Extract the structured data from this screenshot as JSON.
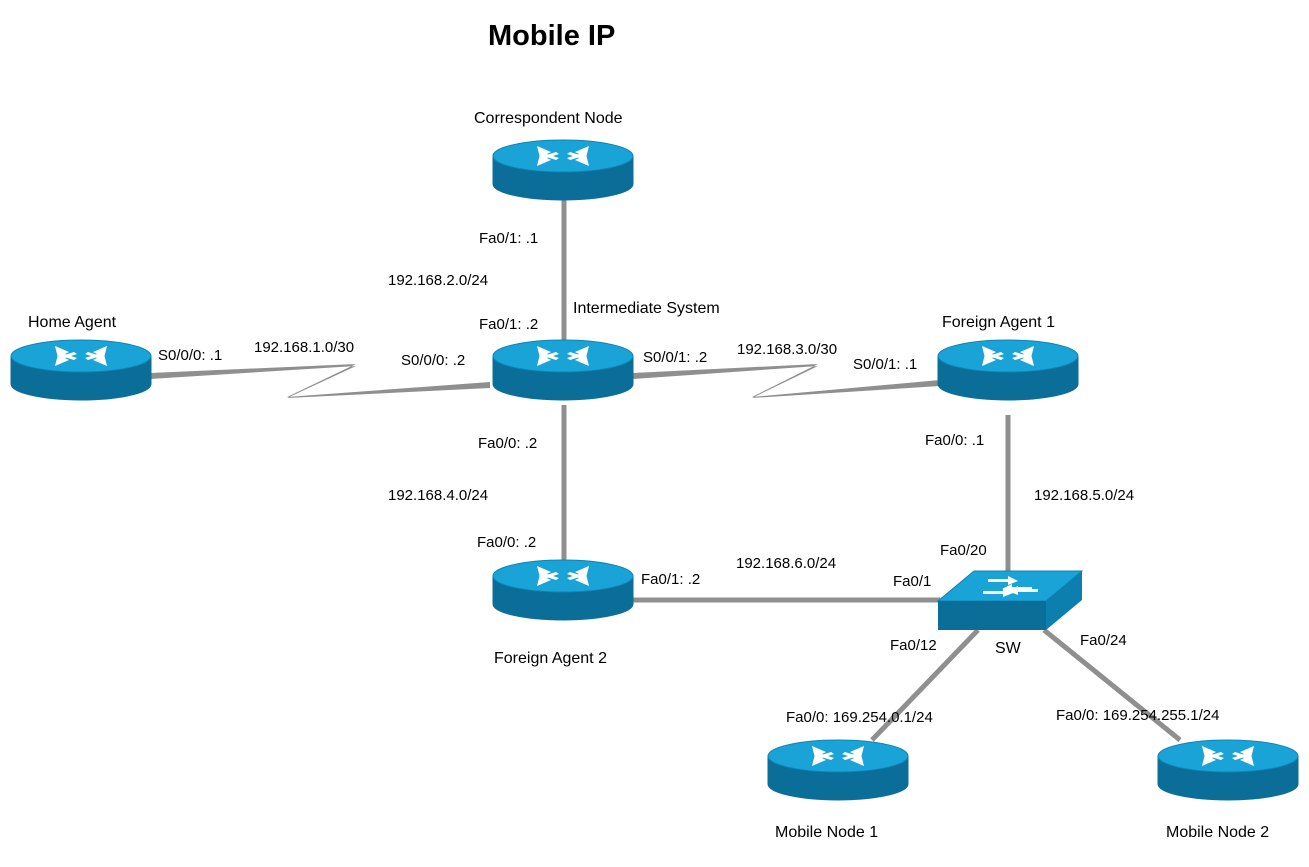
{
  "title": "Mobile IP",
  "colors": {
    "device_top": "#1aa3d6",
    "device_side": "#0b6e98",
    "link": "#8f8f8f",
    "arrow": "#ffffff"
  },
  "devices": {
    "correspondent_node": "Correspondent Node",
    "intermediate_system": "Intermediate System",
    "home_agent": "Home Agent",
    "foreign_agent_1": "Foreign Agent 1",
    "foreign_agent_2": "Foreign Agent 2",
    "switch": "SW",
    "mobile_node_1": "Mobile Node 1",
    "mobile_node_2": "Mobile Node 2"
  },
  "networks": {
    "net_cn_is": "192.168.2.0/24",
    "net_ha_is": "192.168.1.0/30",
    "net_is_fa1": "192.168.3.0/30",
    "net_is_fa2": "192.168.4.0/24",
    "net_fa1_sw": "192.168.5.0/24",
    "net_fa2_sw": "192.168.6.0/24"
  },
  "interfaces": {
    "cn_fa01": "Fa0/1: .1",
    "is_fa01": "Fa0/1: .2",
    "ha_s000": "S0/0/0: .1",
    "is_s000": "S0/0/0: .2",
    "is_s001": "S0/0/1: .2",
    "fa1_s001": "S0/0/1: .1",
    "is_fa00": "Fa0/0: .2",
    "fa2_fa00": "Fa0/0: .2",
    "fa1_fa00": "Fa0/0: .1",
    "fa2_fa01": "Fa0/1: .2",
    "sw_fa020": "Fa0/20",
    "sw_fa01": "Fa0/1",
    "sw_fa012": "Fa0/12",
    "sw_fa024": "Fa0/24",
    "mn1_fa00": "Fa0/0: 169.254.0.1/24",
    "mn2_fa00": "Fa0/0: 169.254.255.1/24"
  }
}
